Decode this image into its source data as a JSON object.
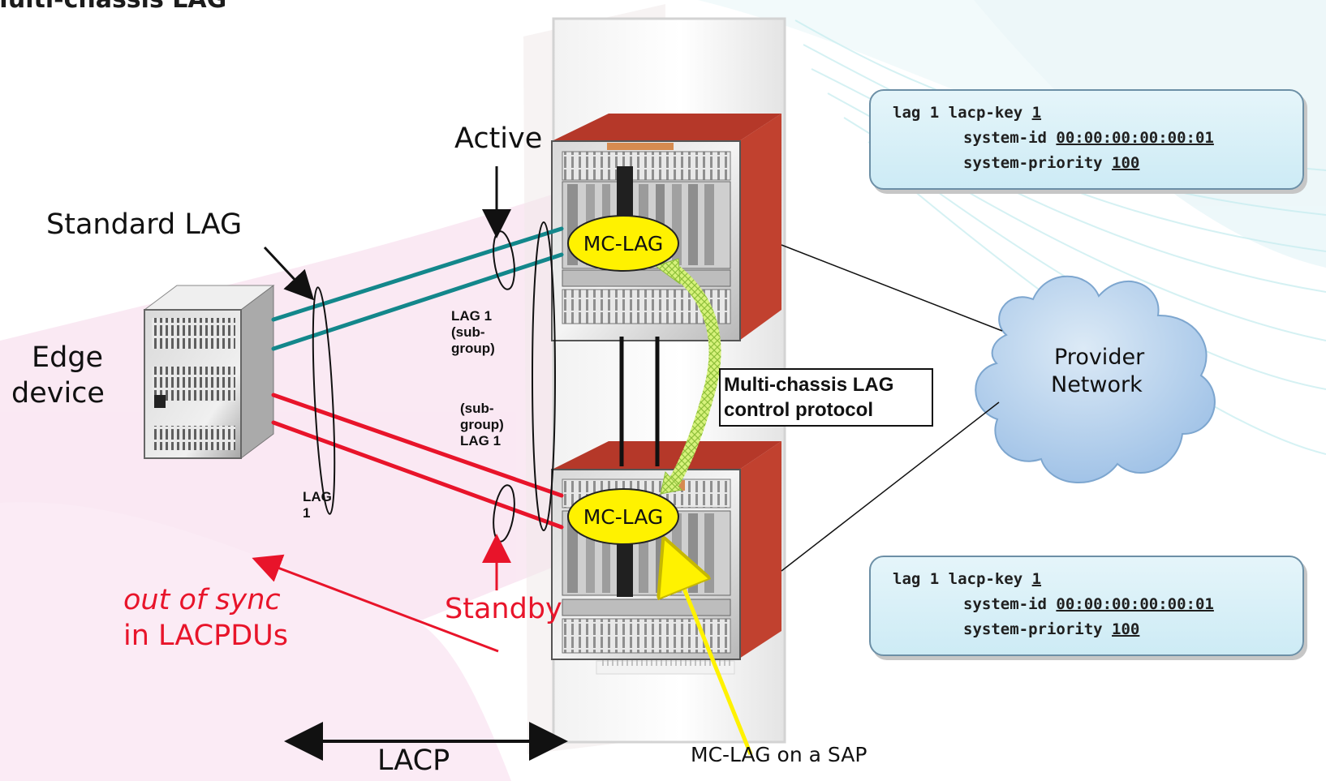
{
  "title": "Multi-chassis LAG",
  "labels": {
    "active": "Active",
    "standard_lag": "Standard LAG",
    "edge_device_line1": "Edge",
    "edge_device_line2": "device",
    "lag1_subgroup_top": [
      "LAG 1",
      "(sub-",
      "group)"
    ],
    "lag1_subgroup_bottom": [
      "(sub-",
      "group)",
      "LAG 1"
    ],
    "lag1_edge": [
      "LAG",
      "1"
    ],
    "standby": "Standby",
    "out_of_sync": "out of sync",
    "in_lacpdus": "in LACPDUs",
    "lacp": "LACP",
    "mc_lag_on_sap": "MC-LAG on a SAP",
    "provider_network_line1": "Provider",
    "provider_network_line2": "Network"
  },
  "mc_lag_badges": {
    "top": "MC-LAG",
    "bottom": "MC-LAG"
  },
  "control_protocol": {
    "line1": "Multi-chassis LAG",
    "line2": "control protocol"
  },
  "config_top": {
    "line1_prefix": "lag 1 lacp-key ",
    "lacp_key": "1",
    "line2_prefix": "system-id ",
    "system_id": "00:00:00:00:00:01",
    "line3_prefix": "system-priority ",
    "system_priority": "100"
  },
  "config_bottom": {
    "line1_prefix": "lag 1 lacp-key ",
    "lacp_key": "1",
    "line2_prefix": "system-id ",
    "system_id": "00:00:00:00:00:01",
    "line3_prefix": "system-priority ",
    "system_priority": "100"
  },
  "colors": {
    "active_link": "#13878b",
    "standby_link": "#e8142a",
    "standby_text": "#e8142a",
    "mc_lag_fill": "#fff200",
    "chassis_red": "#c1412f",
    "cloud_fill": "#a9c9e8",
    "config_fill": "#d8f0f8",
    "protocol_arrow": "#b6e35a"
  }
}
